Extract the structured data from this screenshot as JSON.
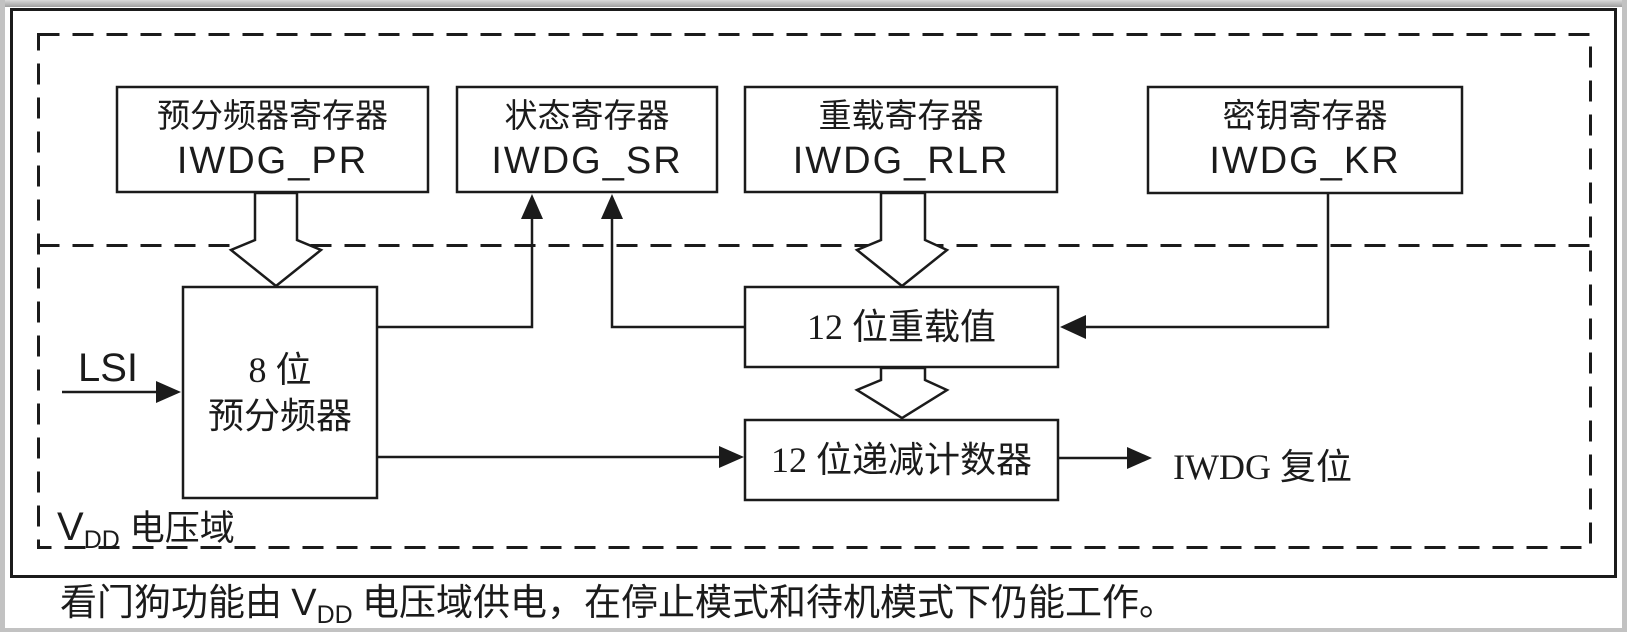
{
  "diagram": {
    "registers": [
      {
        "name": "预分频器寄存器",
        "code": "IWDG_PR"
      },
      {
        "name": "状态寄存器",
        "code": "IWDG_SR"
      },
      {
        "name": "重载寄存器",
        "code": "IWDG_RLR"
      },
      {
        "name": "密钥寄存器",
        "code": "IWDG_KR"
      }
    ],
    "prescaler": {
      "line1": "8 位",
      "line2": "预分频器"
    },
    "reload_value": "12 位重载值",
    "down_counter": "12 位递减计数器",
    "lsi_label": "LSI",
    "vdd_domain": {
      "v": "V",
      "sub": "DD",
      "suffix": "电压域"
    },
    "reset_label": "IWDG 复位",
    "caption": {
      "prefix": "看门狗功能由 ",
      "v": "V",
      "sub": "DD",
      "suffix": " 电压域供电，在停止模式和待机模式下仍能工作。"
    },
    "colors": {
      "line": "#1b1b1b",
      "background": "#ffffff",
      "frame": "#c2c2c2"
    }
  }
}
